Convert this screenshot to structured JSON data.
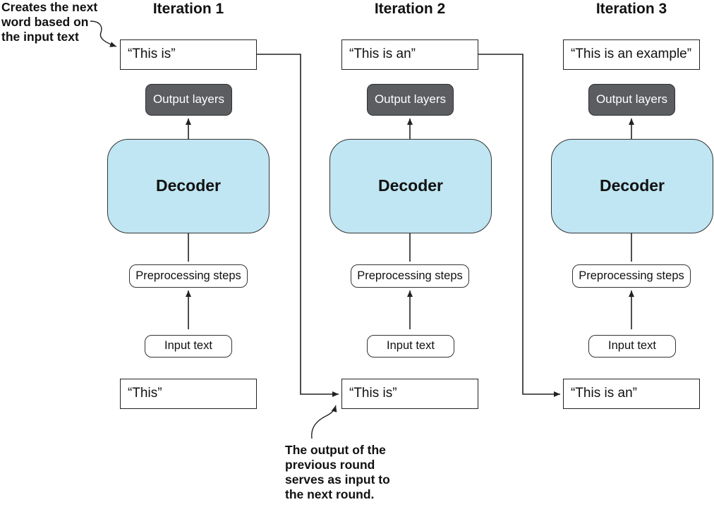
{
  "annotations": {
    "top_left": [
      "Creates the next",
      "word based on",
      "the input text"
    ],
    "bottom": [
      "The output of the",
      "previous round",
      "serves as input to",
      "the next round."
    ]
  },
  "iterations": [
    {
      "title": "Iteration 1",
      "output_text": "“This is”",
      "output_layers": "Output layers",
      "decoder": "Decoder",
      "preprocessing": "Preprocessing steps",
      "input_label": "Input text",
      "input_text": "“This”"
    },
    {
      "title": "Iteration 2",
      "output_text": "“This is an”",
      "output_layers": "Output layers",
      "decoder": "Decoder",
      "preprocessing": "Preprocessing steps",
      "input_label": "Input text",
      "input_text": "“This is”"
    },
    {
      "title": "Iteration 3",
      "output_text": "“This is an example”",
      "output_layers": "Output layers",
      "decoder": "Decoder",
      "preprocessing": "Preprocessing steps",
      "input_label": "Input text",
      "input_text": "“This is an”"
    }
  ],
  "colors": {
    "decoder_fill": "#bfe6f2",
    "output_layers_fill": "#5b5d61",
    "line": "#222222"
  }
}
